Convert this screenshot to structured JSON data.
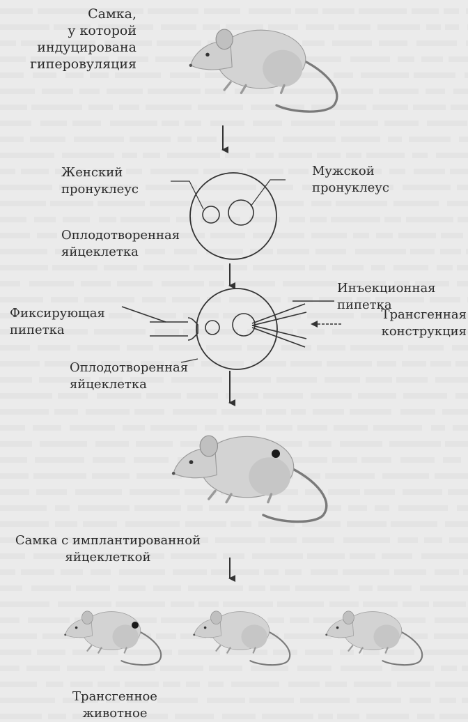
{
  "labels": {
    "female_superovulated": "Самка,\nу которой\nиндуцирована\nгиперовуляция",
    "female_pronucleus": "Женский\nпронуклеус",
    "male_pronucleus": "Мужской\nпронуклеус",
    "fertilized_egg_1": "Оплодотворенная\nяйцеклетка",
    "injection_pipette": "Инъекционная\nпипетка",
    "holding_pipette": "Фиксирующая\nпипетка",
    "transgene_construct": "Трансгенная\nконструкция",
    "fertilized_egg_2": "Оплодотворенная\nяйцеклетка",
    "female_implanted": "Самка с имплантированной\nяйцеклеткой",
    "transgenic_animal": "Трансгенное\nживотное"
  },
  "colors": {
    "background": "#ebebeb",
    "mouse_fill": "#d3d3d3",
    "mouse_shade": "#b5b5b5",
    "line": "#333333",
    "dot": "#1a1a1a"
  }
}
